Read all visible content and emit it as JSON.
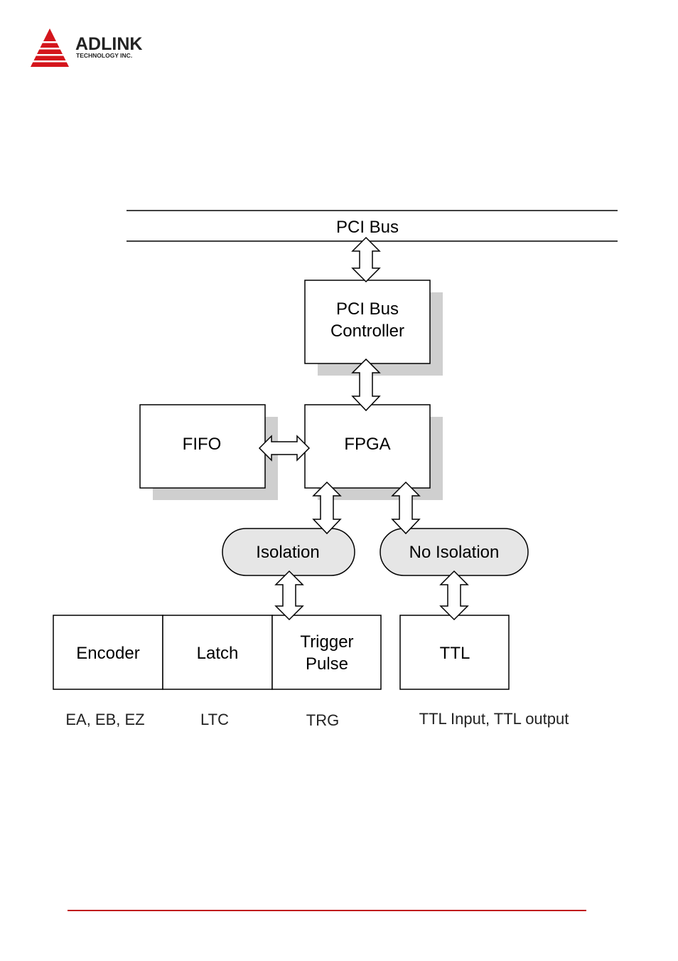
{
  "logo": {
    "name": "ADLINK",
    "tagline": "TECHNOLOGY INC.",
    "brand_color": "#d4151c"
  },
  "diagram": {
    "bus_label": "PCI Bus",
    "controller_line1": "PCI Bus",
    "controller_line2": "Controller",
    "fifo": "FIFO",
    "fpga": "FPGA",
    "isolation": "Isolation",
    "no_isolation": "No Isolation",
    "encoder": "Encoder",
    "latch": "Latch",
    "trigger_line1": "Trigger",
    "trigger_line2": "Pulse",
    "ttl": "TTL",
    "encoder_signals": "EA, EB, EZ",
    "latch_signal": "LTC",
    "trigger_signal": "TRG",
    "ttl_signals": "TTL Input, TTL output"
  },
  "colors": {
    "box_shadow": "#cfcfcf",
    "pill_fill": "#e6e6e6",
    "footer_rule": "#c0141c"
  }
}
